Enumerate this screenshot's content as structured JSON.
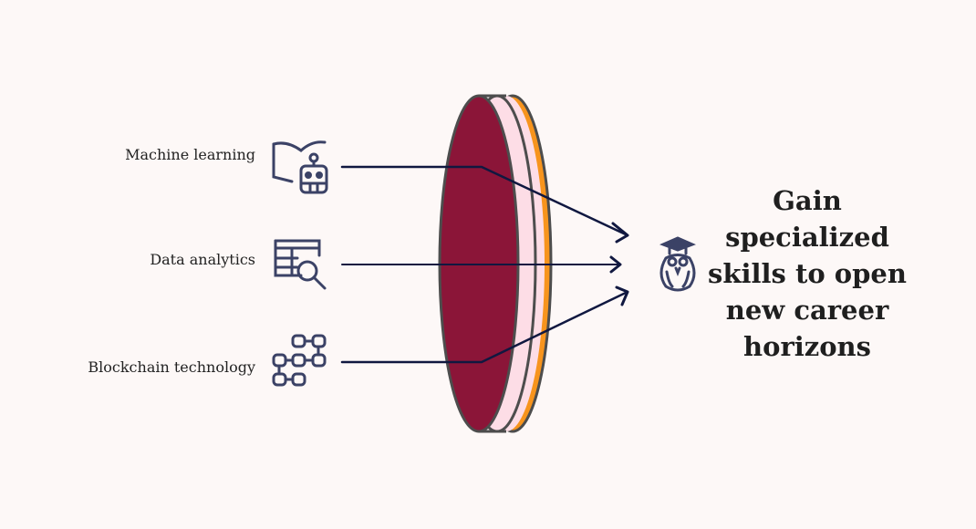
{
  "inputs": [
    {
      "label": "Machine learning",
      "icon": "book-robot-icon"
    },
    {
      "label": "Data analytics",
      "icon": "table-search-icon"
    },
    {
      "label": "Blockchain technology",
      "icon": "blockchain-blocks-icon"
    }
  ],
  "outcome": {
    "text": "Gain specialized skills to open new career horizons",
    "icon": "graduate-owl-icon"
  },
  "colors": {
    "lens_front": "#8b1538",
    "lens_middle": "#fddde6",
    "lens_back": "#f7941d",
    "arrow": "#101840",
    "icon": "#3b4266",
    "background": "#fdf8f7"
  }
}
